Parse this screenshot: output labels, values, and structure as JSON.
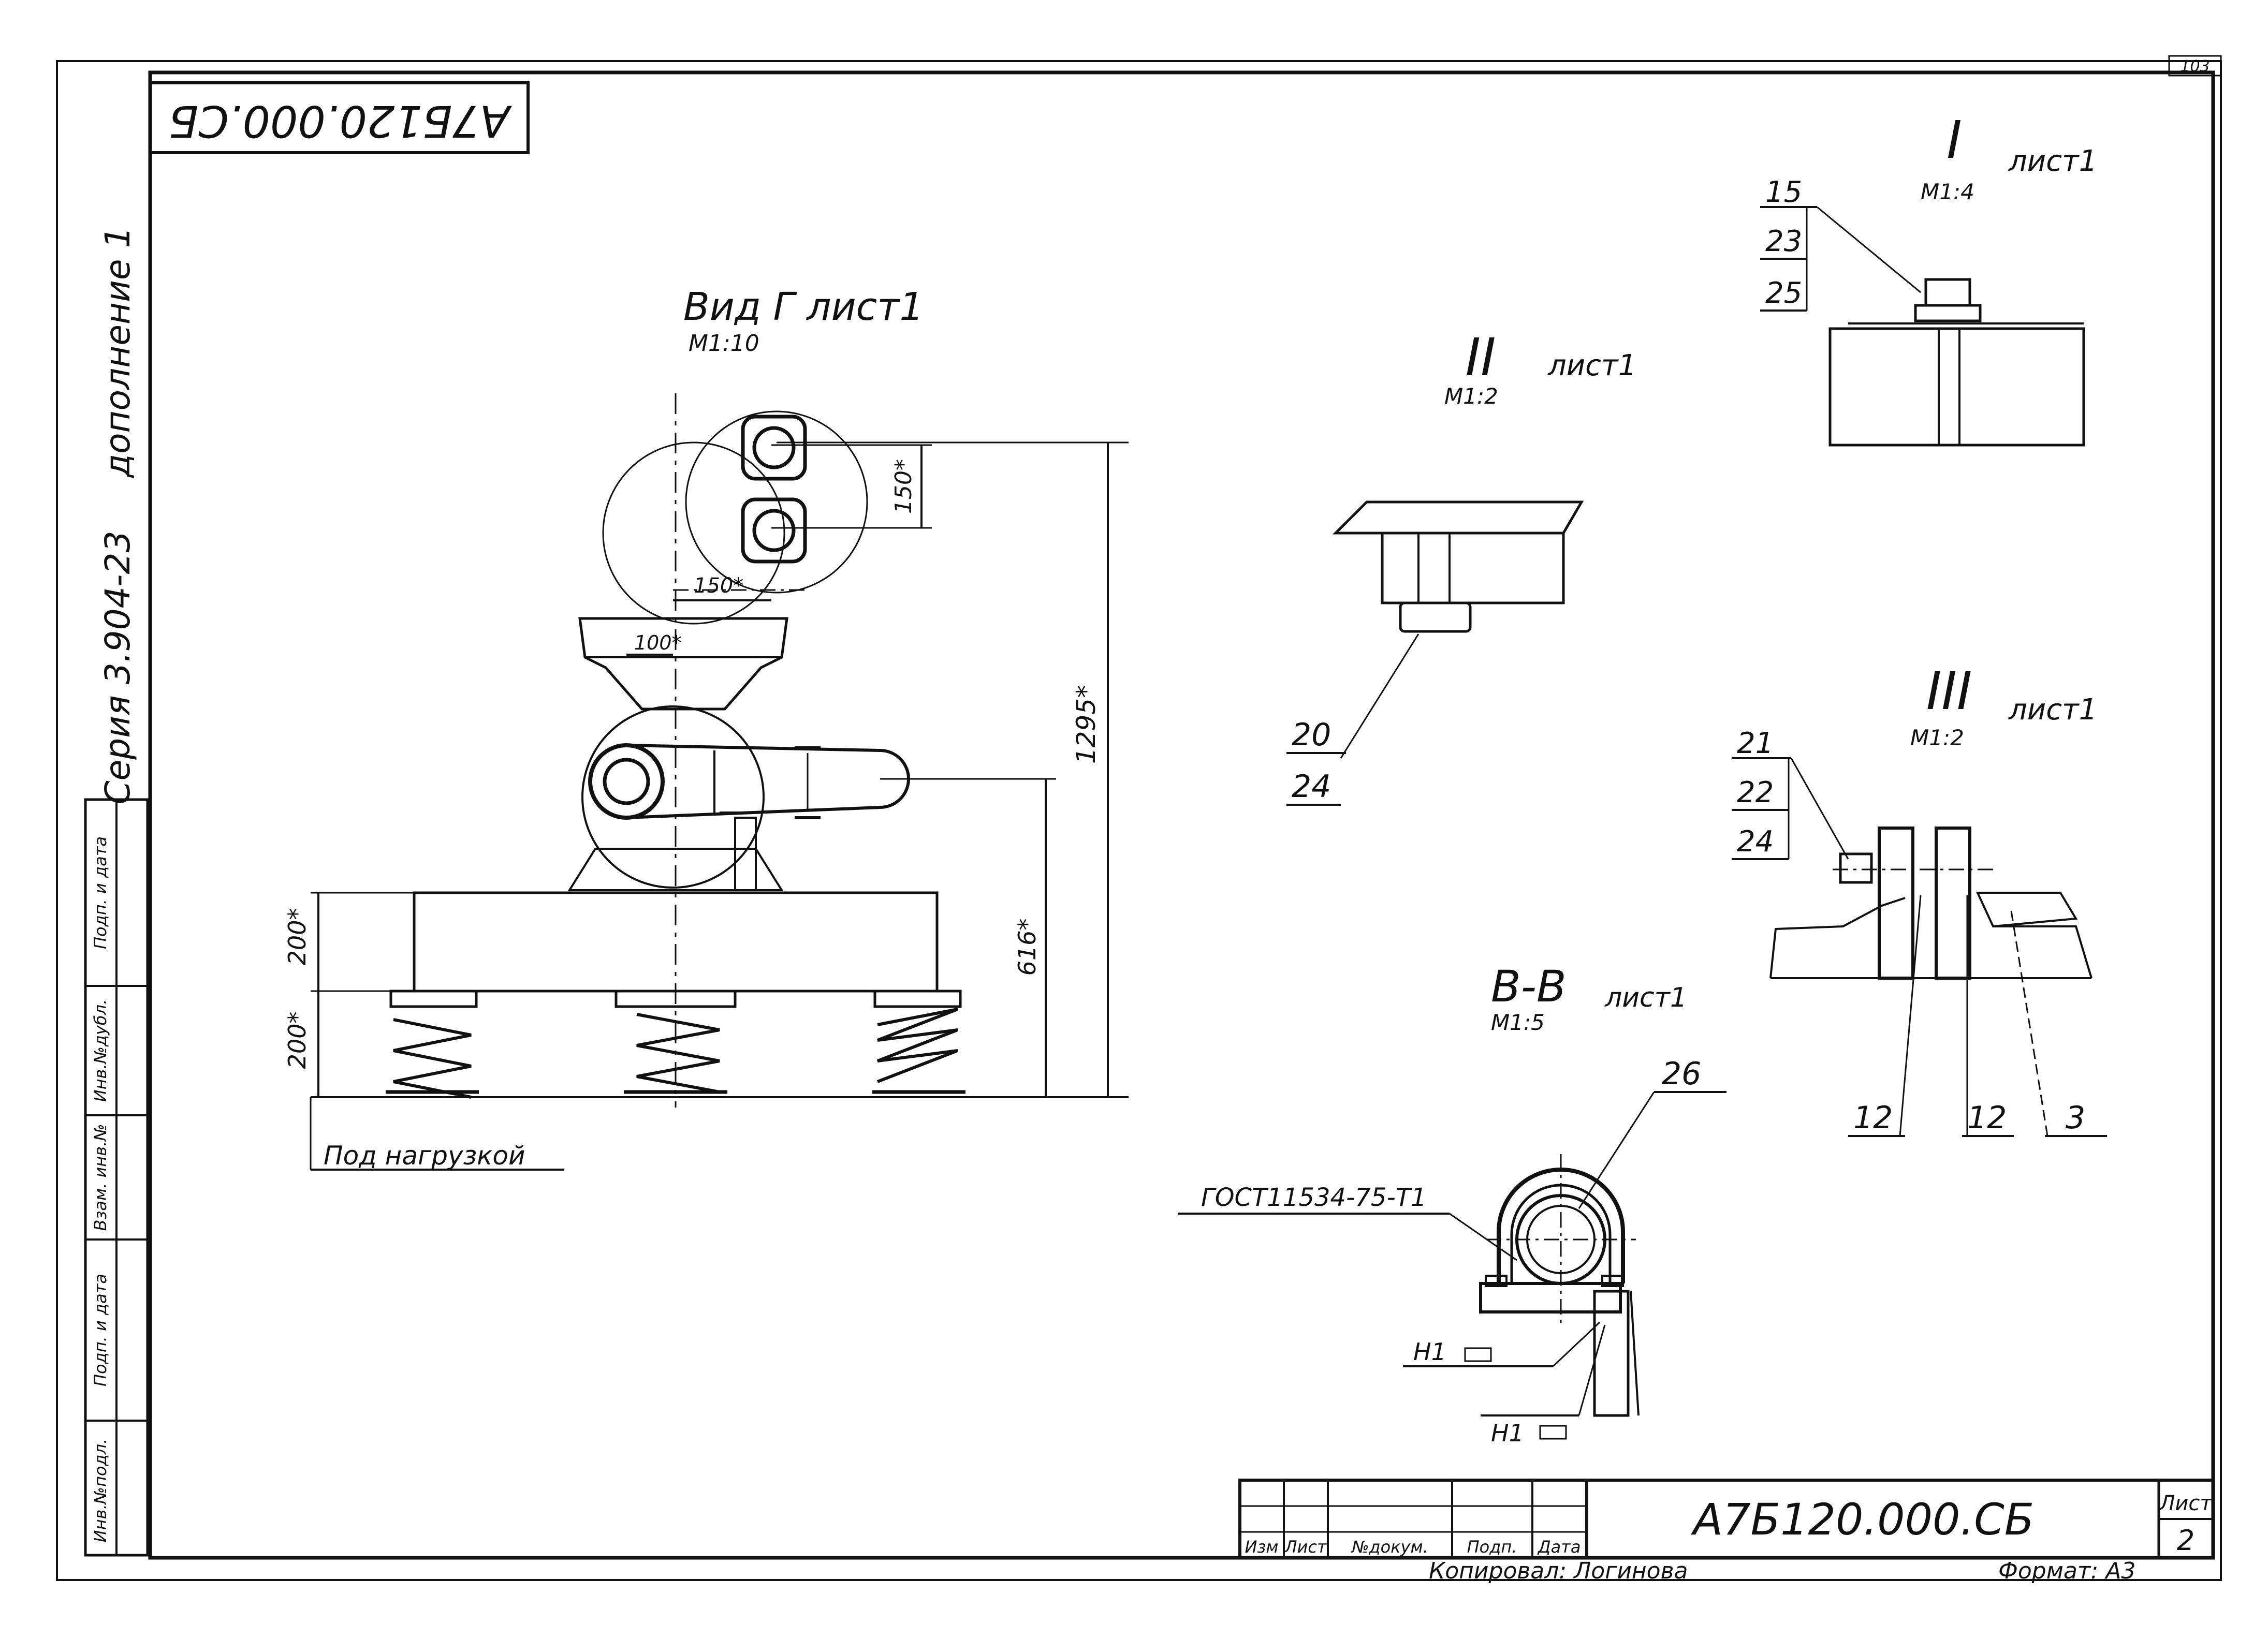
{
  "sheet_corner_number": "103",
  "rotated_code": "А7Б120.000.СБ",
  "side_texts": {
    "supplement": "дополнение 1",
    "series": "Серия  3.904-23"
  },
  "stamp_columns": [
    "Инв.№подл.",
    "Подп. и дата",
    "Взам. инв.№",
    "Инв.№дубл.",
    "Подп. и дата"
  ],
  "views": {
    "vid_g": {
      "title": "Вид Г лист1",
      "scale": "М1:10"
    },
    "view_2": {
      "roman": "II",
      "sheet": "лист1",
      "scale": "М1:2"
    },
    "view_1": {
      "roman": "I",
      "sheet": "лист1",
      "scale": "М1:4"
    },
    "view_3": {
      "roman": "III",
      "sheet": "лист1",
      "scale": "М1:2"
    },
    "section_bb": {
      "title": "В-В",
      "sheet": "лист1",
      "scale": "М1:5"
    }
  },
  "dimensions": {
    "d150v": "150*",
    "d150h": "150*",
    "d100": "100*",
    "d1295": "1295*",
    "d616": "616*",
    "d200a": "200*",
    "d200b": "200*"
  },
  "labels": {
    "under_load": "Под нагрузкой",
    "gost": "ГОСТ11534-75-Т1",
    "weld1": "Н1",
    "weld2": "Н1"
  },
  "callouts": {
    "view_2": [
      "20",
      "24"
    ],
    "view_1": [
      "15",
      "23",
      "25"
    ],
    "view_3_left": [
      "21",
      "22",
      "24"
    ],
    "view_3_bottom": [
      "12",
      "12",
      "3"
    ],
    "section_bb": [
      "26"
    ]
  },
  "title_block": {
    "headers": [
      "Изм",
      "Лист",
      "№докум.",
      "Подп.",
      "Дата"
    ],
    "designation": "А7Б120.000.СБ",
    "sheet_label": "Лист",
    "sheet_number": "2",
    "copied_by": "Копировал: Логинова",
    "format": "Формат: А3"
  }
}
